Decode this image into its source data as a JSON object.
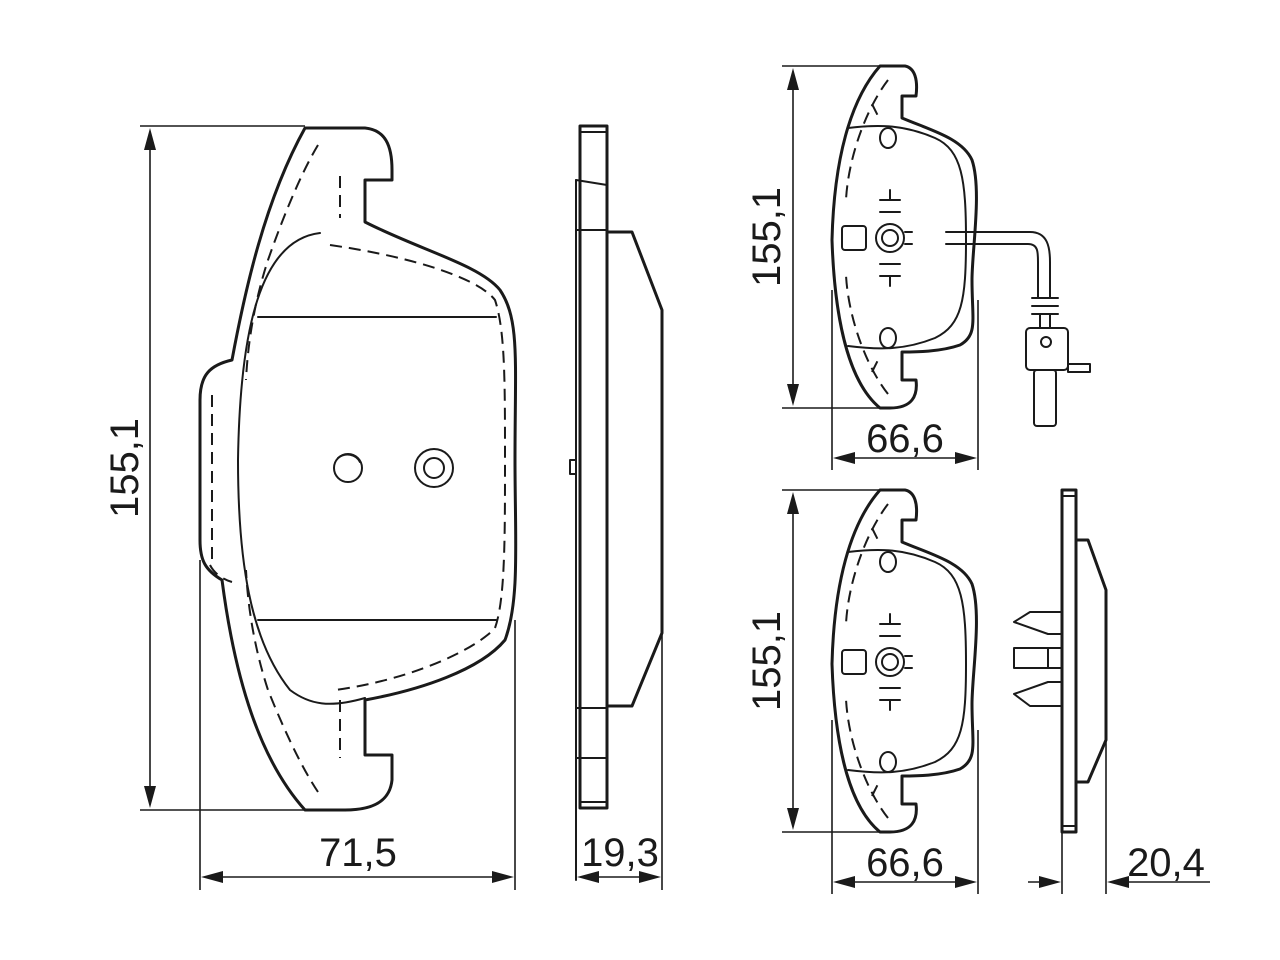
{
  "dimensions": {
    "main_height": "155,1",
    "main_width": "71,5",
    "main_thickness": "19,3",
    "wire_pad_height": "155,1",
    "wire_pad_width": "66,6",
    "lower_pad_height": "155,1",
    "lower_pad_width": "66,6",
    "lower_pad_thickness": "20,4"
  },
  "colors": {
    "line": "#1a1a1a",
    "background": "#ffffff"
  }
}
